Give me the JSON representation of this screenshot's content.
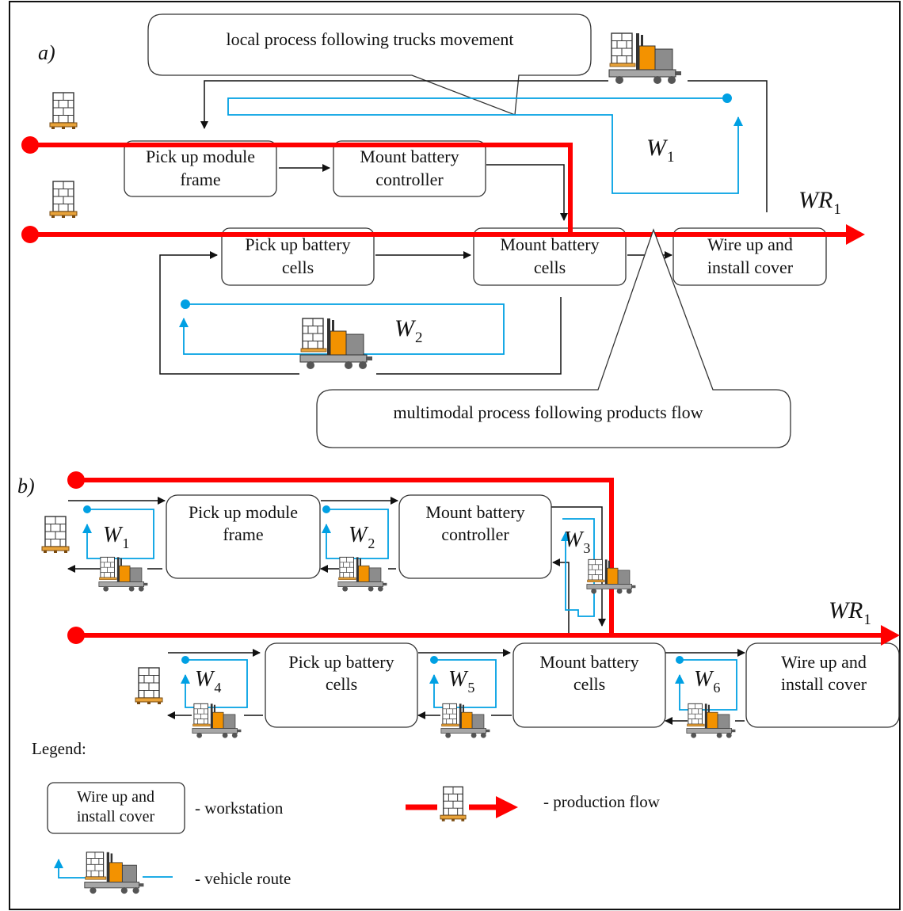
{
  "panel_a": {
    "label": "a)",
    "callout_top": "local process following trucks movement",
    "callout_bottom": "multimodal process following products flow",
    "stations": [
      {
        "line1": "Pick up module",
        "line2": "frame"
      },
      {
        "line1": "Mount battery",
        "line2": "controller"
      },
      {
        "line1": "Pick up battery",
        "line2": "cells"
      },
      {
        "line1": "Mount battery",
        "line2": "cells"
      },
      {
        "line1": "Wire up and",
        "line2": "install cover"
      }
    ],
    "route_labels": [
      {
        "main": "W",
        "sub": "1"
      },
      {
        "main": "W",
        "sub": "2"
      }
    ],
    "flow_label": {
      "main": "WR",
      "sub": "1"
    }
  },
  "panel_b": {
    "label": "b)",
    "stations": [
      {
        "line1": "Pick up module",
        "line2": "frame"
      },
      {
        "line1": "Mount battery",
        "line2": "controller"
      },
      {
        "line1": "Pick up battery",
        "line2": "cells"
      },
      {
        "line1": "Mount battery",
        "line2": "cells"
      },
      {
        "line1": "Wire up and",
        "line2": "install cover"
      }
    ],
    "route_labels": [
      {
        "main": "W",
        "sub": "1"
      },
      {
        "main": "W",
        "sub": "2"
      },
      {
        "main": "W",
        "sub": "3"
      },
      {
        "main": "W",
        "sub": "4"
      },
      {
        "main": "W",
        "sub": "5"
      },
      {
        "main": "W",
        "sub": "6"
      }
    ],
    "flow_label": {
      "main": "WR",
      "sub": "1"
    }
  },
  "legend": {
    "title": "Legend:",
    "workstation_sample": {
      "line1": "Wire up and",
      "line2": "install cover"
    },
    "workstation_desc": "- workstation",
    "flow_desc": "- production flow",
    "route_desc": "- vehicle route"
  },
  "colors": {
    "production_flow": "#ff0000",
    "vehicle_route": "#00a0e3",
    "connector": "#111111"
  },
  "icons": [
    "pallet-icon",
    "forklift-truck-icon"
  ]
}
